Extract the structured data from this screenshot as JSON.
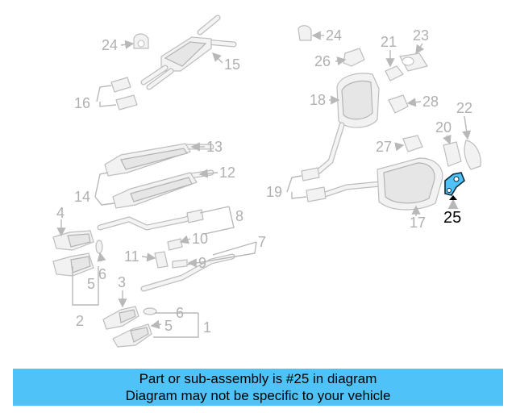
{
  "callouts": {
    "n1": "1",
    "n2": "2",
    "n3": "3",
    "n4": "4",
    "n5a": "5",
    "n5b": "5",
    "n6a": "6",
    "n6b": "6",
    "n7": "7",
    "n8": "8",
    "n9": "9",
    "n10": "10",
    "n11": "11",
    "n12": "12",
    "n13": "13",
    "n14": "14",
    "n15": "15",
    "n16": "16",
    "n17": "17",
    "n18": "18",
    "n19": "19",
    "n20": "20",
    "n21": "21",
    "n22": "22",
    "n23": "23",
    "n24a": "24",
    "n24b": "24",
    "n25": "25",
    "n26": "26",
    "n27": "27",
    "n28": "28"
  },
  "highlight": {
    "part_number": "25",
    "color": "#4fc3f7"
  },
  "banner": {
    "line1": "Part or sub-assembly is #25 in diagram",
    "line2": "Diagram may not be specific to your vehicle",
    "background": "#4fc3f7"
  }
}
